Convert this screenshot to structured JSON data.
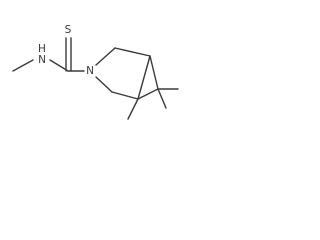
{
  "molecule": {
    "atoms": {
      "S": "S",
      "HN": "N",
      "H": "H",
      "N": "N"
    }
  }
}
